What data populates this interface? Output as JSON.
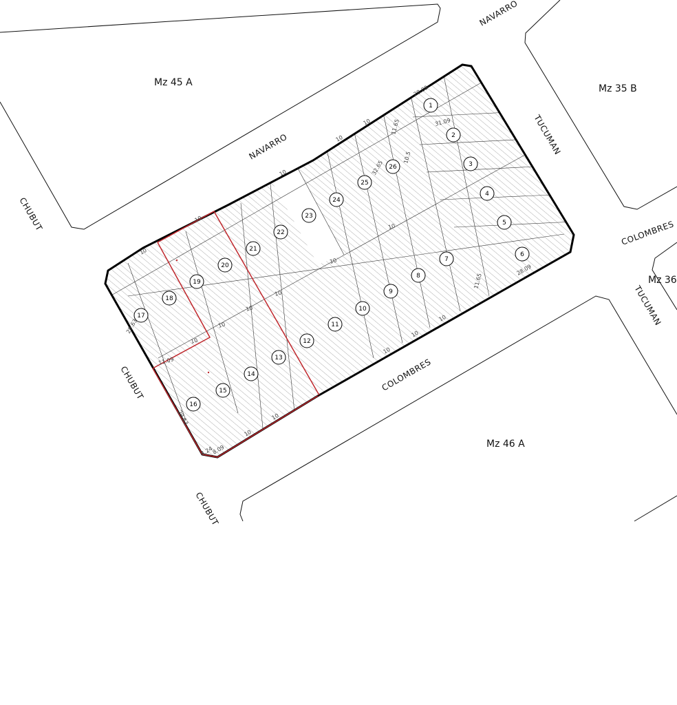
{
  "streets": {
    "navarro_top": "NAVARRO",
    "navarro": "NAVARRO",
    "tucuman": "TUCUMAN",
    "tucuman_lower": "TUCUMAN",
    "colombres": "COLOMBRES",
    "colombres_right": "COLOMBRES",
    "chubut_top": "CHUBUT",
    "chubut": "CHUBUT",
    "chubut_bottom": "CHUBUT"
  },
  "blocks": {
    "mz45a": "Mz 45 A",
    "mz35b": "Mz 35 B",
    "mz46a": "Mz 46 A",
    "mz36": "Mz 36"
  },
  "lots": [
    "1",
    "2",
    "3",
    "4",
    "5",
    "6",
    "7",
    "8",
    "9",
    "10",
    "11",
    "12",
    "13",
    "14",
    "15",
    "16",
    "17",
    "18",
    "19",
    "20",
    "21",
    "22",
    "23",
    "24",
    "25",
    "26"
  ],
  "dimensions": {
    "d28_09": "28.09",
    "d31_09": "31.09",
    "d11_65": "11.65",
    "d10_5": "10.5",
    "d10": "10",
    "d32_65": "32.65",
    "d11_09": "11.09",
    "d29_63": "29.63",
    "d4_24": "4.24",
    "d8_09": "8.09"
  },
  "colors": {
    "outline": "#000000",
    "hatch": "#777777",
    "highlight": "#c0282d"
  }
}
